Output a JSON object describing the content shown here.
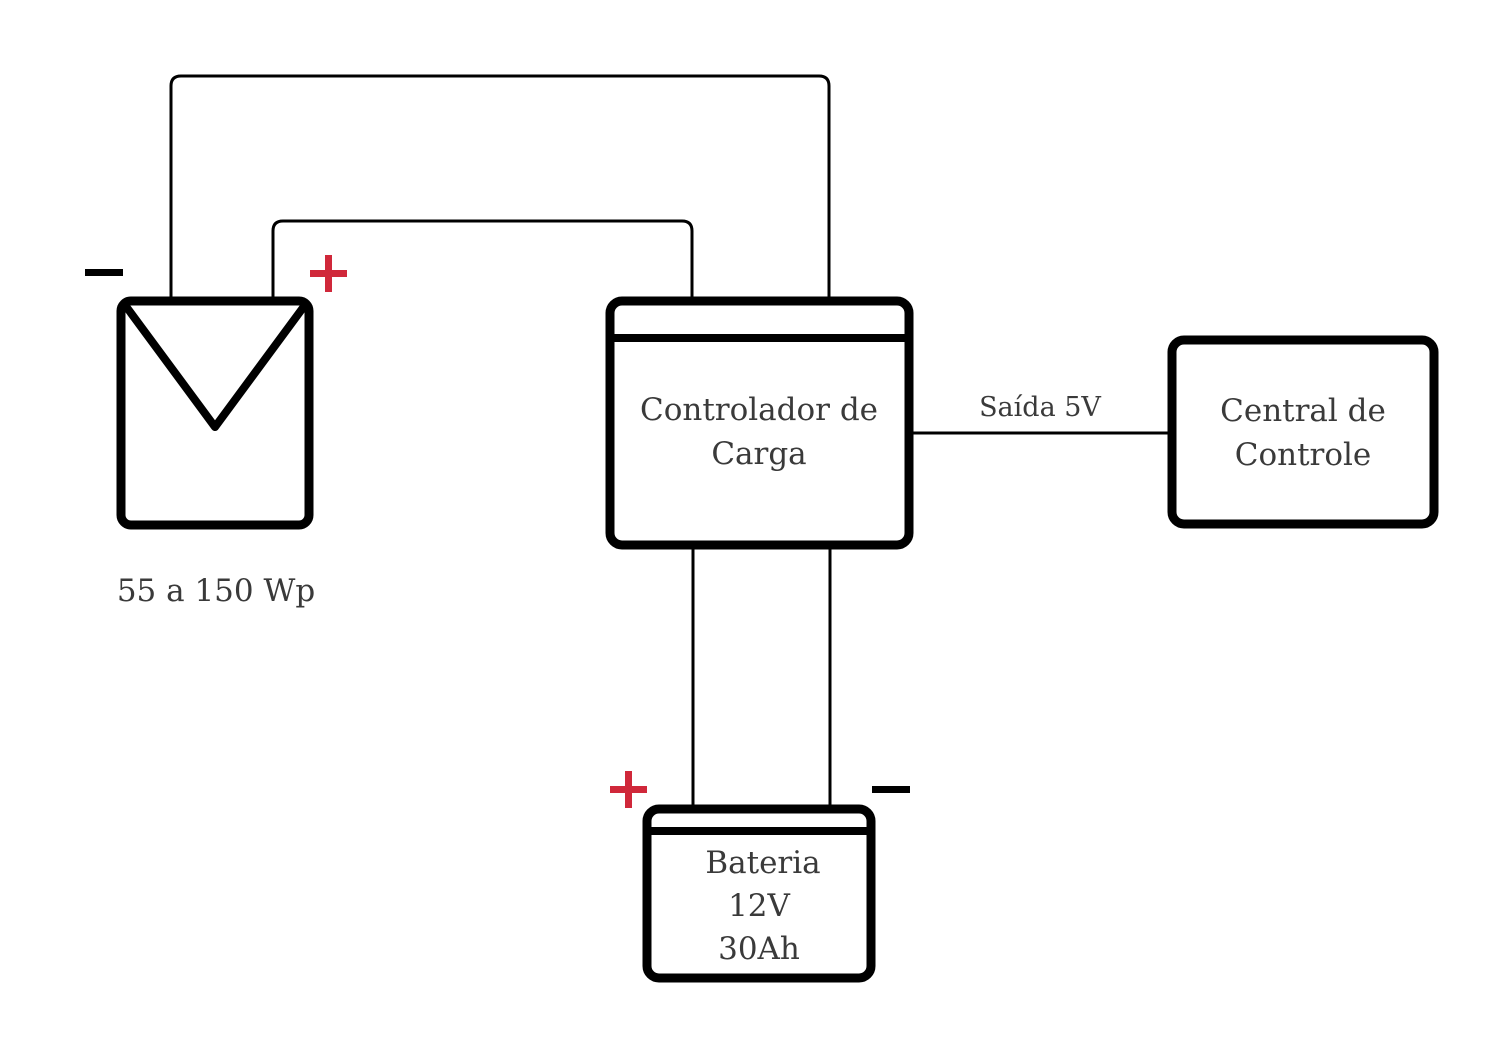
{
  "diagram": {
    "solar_panel": {
      "rating": "55 a 150 Wp"
    },
    "charge_controller": {
      "line1": "Controlador de",
      "line2": "Carga"
    },
    "control_unit": {
      "line1": "Central de",
      "line2": "Controle"
    },
    "battery": {
      "line1": "Bateria",
      "line2": "12V",
      "line3": "30Ah"
    },
    "output_link": {
      "label": "Saída 5V"
    },
    "polarity": {
      "positive_color": "#d0283a",
      "negative_color": "#000000"
    }
  }
}
